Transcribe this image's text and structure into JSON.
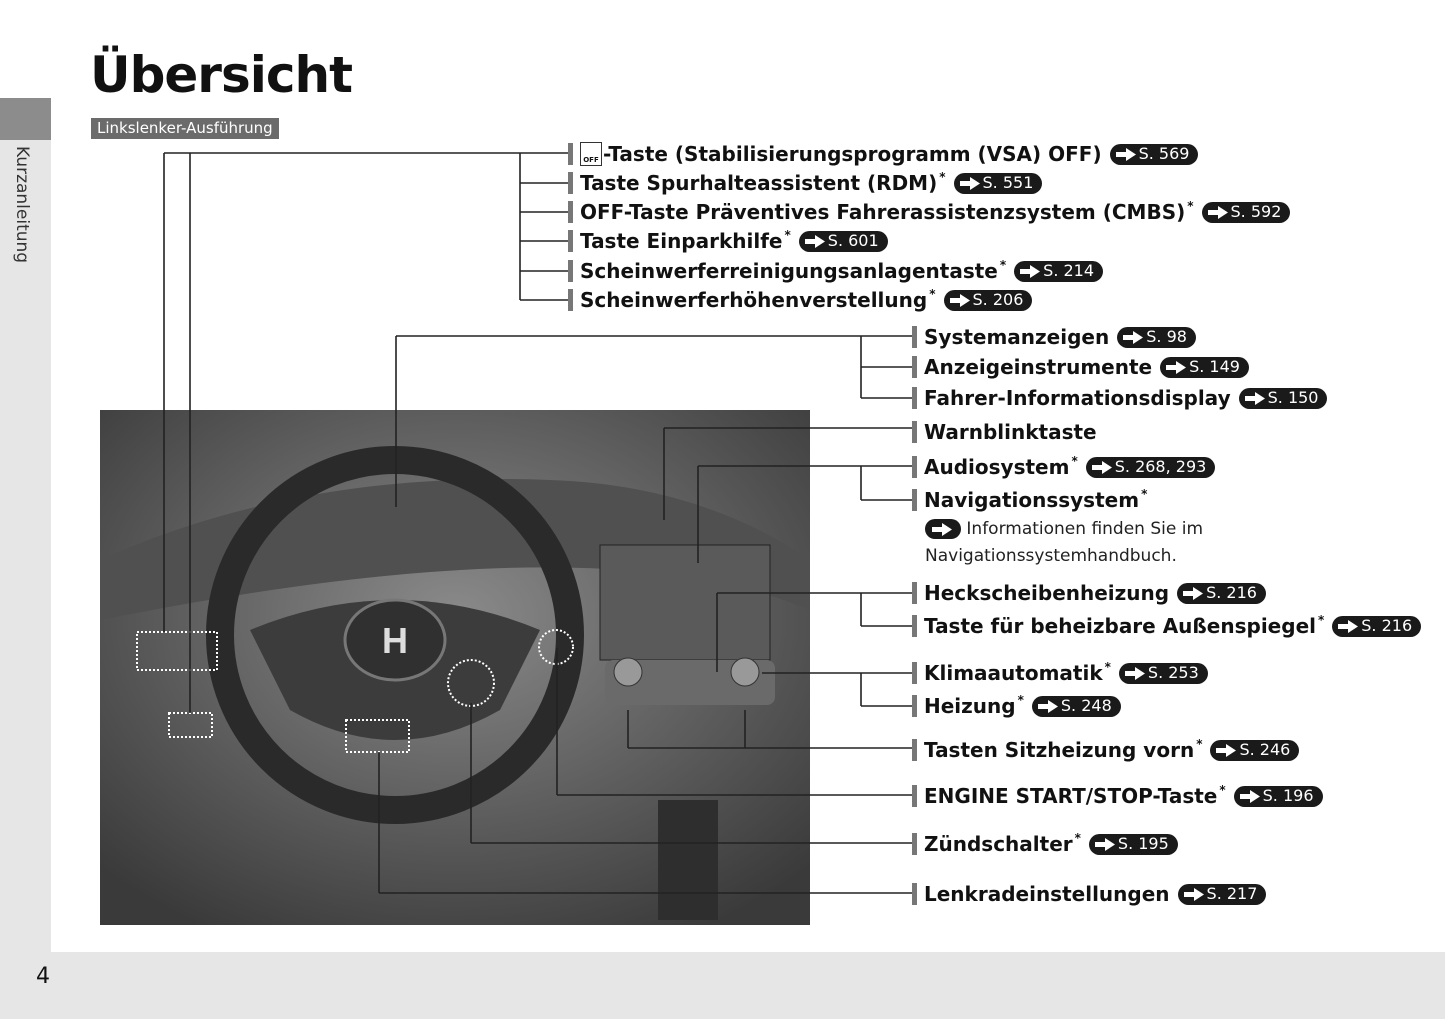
{
  "title": "Übersicht",
  "side_tab": "Kurzanleitung",
  "page_number": "4",
  "variant": "Linkslenker-Ausführung",
  "top_items": [
    {
      "label": "-Taste (Stabilisierungsprogramm (VSA) OFF)",
      "star": "",
      "ref": "S. 569",
      "icon": "vsa-off-icon",
      "icon_text": "OFF"
    },
    {
      "label": "Taste Spurhalteassistent (RDM)",
      "star": "*",
      "ref": "S. 551"
    },
    {
      "label": "OFF-Taste Präventives Fahrerassistenzsystem (CMBS)",
      "star": "*",
      "ref": "S. 592"
    },
    {
      "label": "Taste Einparkhilfe",
      "star": "*",
      "ref": "S. 601"
    },
    {
      "label": "Scheinwerferreinigungsanlagentaste",
      "star": "*",
      "ref": "S. 214"
    },
    {
      "label": "Scheinwerferhöhenverstellung",
      "star": "*",
      "ref": "S. 206"
    }
  ],
  "right_items": [
    {
      "label": "Systemanzeigen",
      "star": "",
      "ref": "S. 98"
    },
    {
      "label": "Anzeigeinstrumente",
      "star": "",
      "ref": "S. 149"
    },
    {
      "label": "Fahrer-Informationsdisplay",
      "star": "",
      "ref": "S. 150"
    },
    {
      "label": "Warnblinktaste",
      "star": "",
      "ref": ""
    },
    {
      "label": "Audiosystem",
      "star": "*",
      "ref": "S. 268, 293"
    },
    {
      "label": "Navigationssystem",
      "star": "*",
      "ref": ""
    },
    {
      "label": "Heckscheibenheizung",
      "star": "",
      "ref": "S. 216"
    },
    {
      "label": "Taste für beheizbare Außenspiegel",
      "star": "*",
      "ref": "S. 216"
    },
    {
      "label": "Klimaautomatik",
      "star": "*",
      "ref": "S. 253"
    },
    {
      "label": "Heizung",
      "star": "*",
      "ref": "S. 248"
    },
    {
      "label": "Tasten Sitzheizung vorn",
      "star": "*",
      "ref": "S. 246"
    },
    {
      "label": "ENGINE START/STOP-Taste",
      "star": "*",
      "ref": "S. 196"
    },
    {
      "label": "Zündschalter",
      "star": "*",
      "ref": "S. 195"
    },
    {
      "label": "Lenkradeinstellungen",
      "star": "",
      "ref": "S. 217"
    }
  ],
  "nav_note": {
    "line1": "Informationen finden Sie im",
    "line2": "Navigationssystemhandbuch."
  },
  "photo": {
    "logo": "H"
  }
}
